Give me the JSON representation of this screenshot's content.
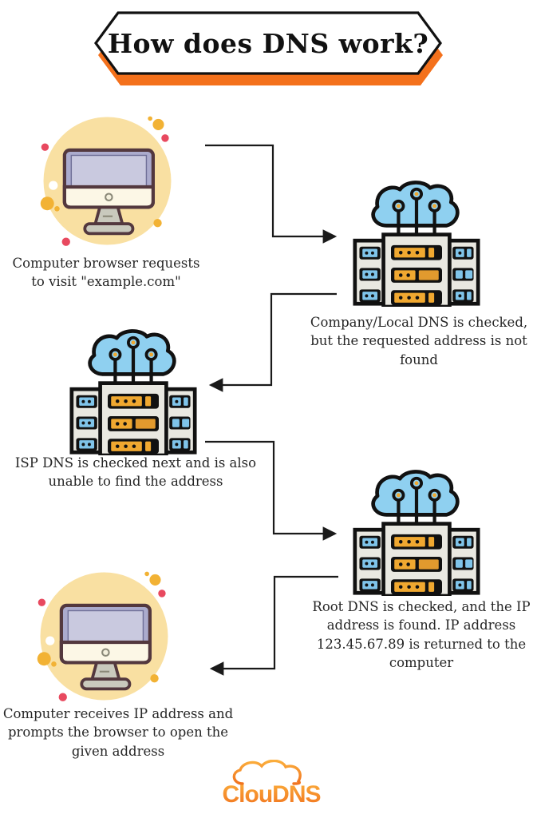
{
  "title": "How does DNS work?",
  "steps": [
    {
      "id": "request",
      "icon": "computer-icon",
      "caption": "Computer browser requests to visit \"example.com\""
    },
    {
      "id": "local-dns",
      "icon": "dns-server-icon",
      "caption": "Company/Local DNS is checked, but the requested address is not found"
    },
    {
      "id": "isp-dns",
      "icon": "dns-server-icon",
      "caption": "ISP DNS is checked next and is also unable to find the address"
    },
    {
      "id": "root-dns",
      "icon": "dns-server-icon",
      "caption": "Root DNS is checked, and the IP address is found. IP address 123.45.67.89 is returned to the computer"
    },
    {
      "id": "response",
      "icon": "computer-icon",
      "caption": "Computer receives IP address and prompts the browser to open the given address"
    }
  ],
  "ip_address": "123.45.67.89",
  "requested_domain": "example.com",
  "logo": {
    "text": "ClouDNS"
  },
  "icons": {
    "computer": "desktop-computer-in-yellow-circle-icon",
    "dns_server": "server-rack-with-cloud-icon",
    "logo_cloud": "cloud-outline-icon"
  },
  "colors": {
    "banner_shadow_orange": "#f4711c",
    "outline_black": "#111111",
    "circle_yellow": "#f9e0a2",
    "dot_yellow": "#f2b234",
    "dot_red": "#e8495f",
    "monitor_lavender": "#ababcd",
    "monitor_screen": "#c9c9df",
    "monitor_cream": "#fcf7e6",
    "server_body_gray": "#e9e8e1",
    "server_blue": "#7fc4ea",
    "server_orange": "#f0a830",
    "server_dark_orange": "#e29a2e",
    "cloud_blue": "#8fd0f0",
    "logo_orange_top": "#fbae3c",
    "logo_orange_bottom": "#f1731f",
    "text_color": "#262626"
  }
}
